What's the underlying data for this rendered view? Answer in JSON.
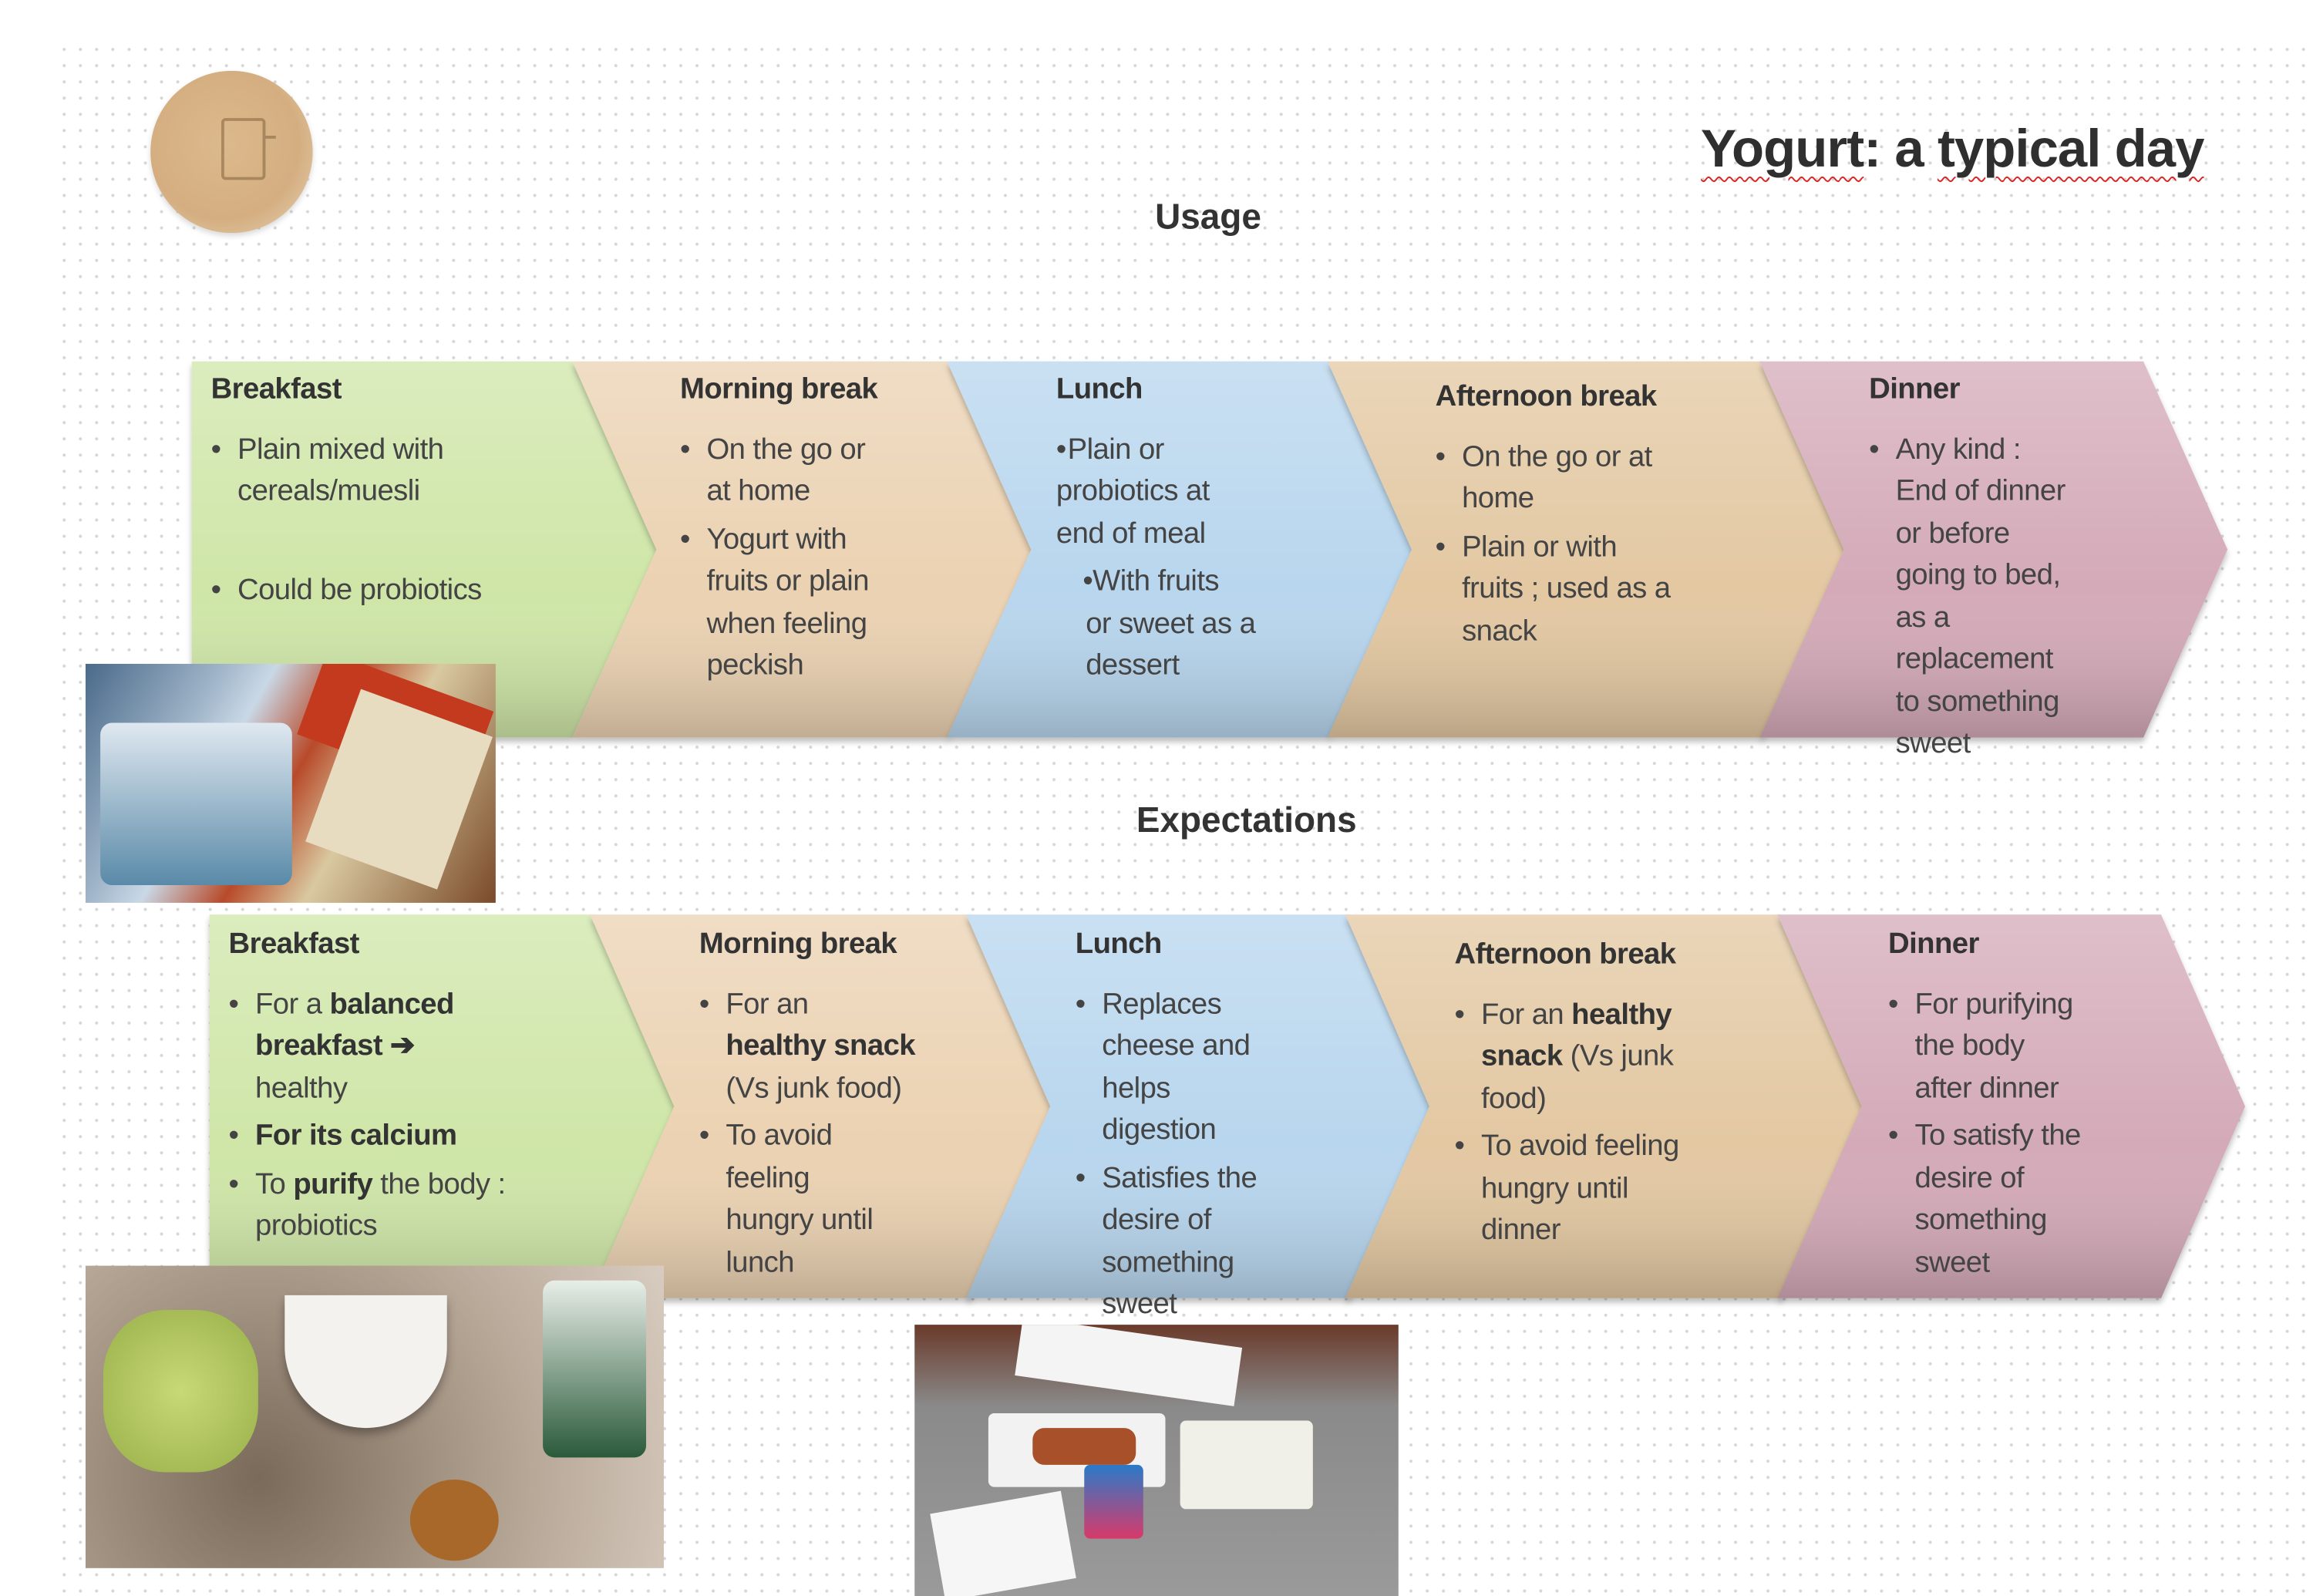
{
  "title_parts": [
    "Yogurt",
    ": a ",
    "typical day"
  ],
  "sections": {
    "usage": "Usage",
    "expectations": "Expectations"
  },
  "colors": {
    "green": "#cfe6a8",
    "tan": "#ebd2b2",
    "blue": "#b8d6ee",
    "tan2": "#e3c8a2",
    "pink": "#d4aab8"
  },
  "usage": [
    {
      "title": "Breakfast",
      "bullets": [
        {
          "segments": [
            {
              "t": "Plain mixed with\ncereals/muesli"
            }
          ]
        },
        {
          "segments": [
            {
              "t": "Could be probiotics"
            }
          ],
          "style": "gap"
        }
      ]
    },
    {
      "title": "Morning break",
      "bullets": [
        {
          "segments": [
            {
              "t": "On the go or\nat home"
            }
          ]
        },
        {
          "segments": [
            {
              "t": "Yogurt with\nfruits or plain\nwhen feeling\npeckish"
            }
          ]
        }
      ]
    },
    {
      "title": "Lunch",
      "bullets": [
        {
          "segments": [
            {
              "t": "Plain or\nprobiotics at\nend of meal"
            }
          ],
          "style": "nospace"
        },
        {
          "segments": [
            {
              "t": "With fruits\nor sweet as a\ndessert"
            }
          ],
          "style": "indent"
        }
      ]
    },
    {
      "title": "Afternoon break",
      "bullets": [
        {
          "segments": [
            {
              "t": "On the go or at\nhome"
            }
          ]
        },
        {
          "segments": [
            {
              "t": "Plain or with\nfruits ; used as a\nsnack"
            }
          ]
        }
      ]
    },
    {
      "title": "Dinner",
      "bullets": [
        {
          "segments": [
            {
              "t": "Any kind :\nEnd of dinner\nor before\ngoing to bed,\nas a\nreplacement\nto something\nsweet"
            }
          ]
        }
      ]
    }
  ],
  "expectations": [
    {
      "title": "Breakfast",
      "bullets": [
        {
          "segments": [
            {
              "t": "For a "
            },
            {
              "t": "balanced\nbreakfast ➔",
              "b": true
            },
            {
              "t": "\nhealthy"
            }
          ]
        },
        {
          "segments": [
            {
              "t": "For its calcium",
              "b": true
            }
          ]
        },
        {
          "segments": [
            {
              "t": "To "
            },
            {
              "t": "purify",
              "b": true
            },
            {
              "t": " the body :\nprobiotics"
            }
          ]
        }
      ]
    },
    {
      "title": "Morning break",
      "bullets": [
        {
          "segments": [
            {
              "t": "For an\n"
            },
            {
              "t": "healthy snack",
              "b": true
            },
            {
              "t": "\n(Vs junk food)"
            }
          ]
        },
        {
          "segments": [
            {
              "t": "To avoid\nfeeling\nhungry until\nlunch"
            }
          ]
        }
      ]
    },
    {
      "title": "Lunch",
      "bullets": [
        {
          "segments": [
            {
              "t": "Replaces\ncheese and\nhelps\ndigestion"
            }
          ]
        },
        {
          "segments": [
            {
              "t": "Satisfies the\ndesire of\nsomething\nsweet"
            }
          ]
        }
      ]
    },
    {
      "title": "Afternoon break",
      "bullets": [
        {
          "segments": [
            {
              "t": "For an "
            },
            {
              "t": "healthy\nsnack",
              "b": true
            },
            {
              "t": " (Vs junk\nfood)"
            }
          ]
        },
        {
          "segments": [
            {
              "t": "To avoid feeling\nhungry until\ndinner"
            }
          ]
        }
      ]
    },
    {
      "title": "Dinner",
      "bullets": [
        {
          "segments": [
            {
              "t": "For purifying\nthe body\nafter dinner"
            }
          ]
        },
        {
          "segments": [
            {
              "t": "To satisfy the\ndesire of\nsomething\nsweet"
            }
          ]
        }
      ]
    }
  ]
}
